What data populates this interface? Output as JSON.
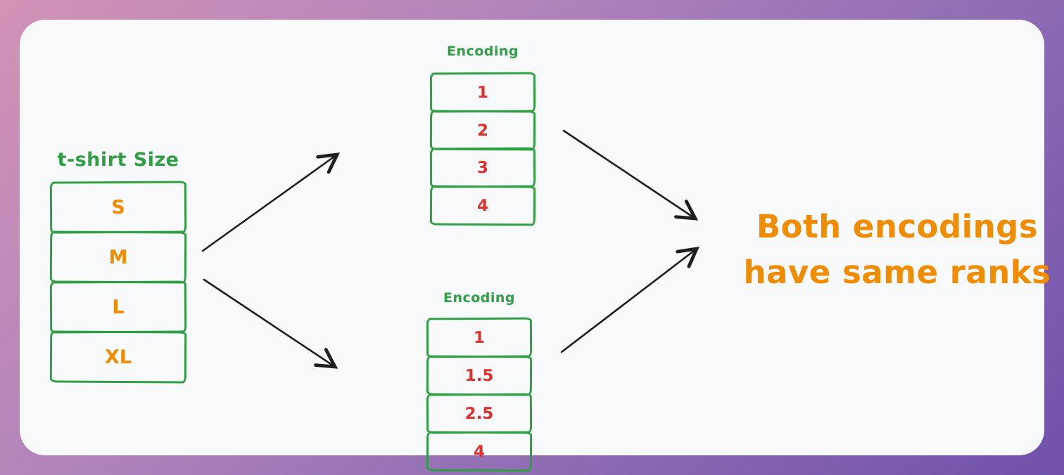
{
  "diagram": {
    "tshirt_table": {
      "title": "t-shirt Size",
      "rows": [
        "S",
        "M",
        "L",
        "XL"
      ]
    },
    "encoding_top": {
      "title": "Encoding",
      "rows": [
        "1",
        "2",
        "3",
        "4"
      ]
    },
    "encoding_bottom": {
      "title": "Encoding",
      "rows": [
        "1",
        "1.5",
        "2.5",
        "4"
      ]
    },
    "annotation": {
      "line1": "Both encodings",
      "line2": "have same ranks"
    },
    "colors": {
      "table_border_green": "#2f9e44",
      "title_green": "#2f9e44",
      "size_label_orange": "#f08c00",
      "encoding_value_red": "#e03131",
      "annotation_orange": "#f08c00",
      "arrow_black": "#1e1e1e",
      "card_background": "#f8f9fb",
      "backdrop_gradient_start": "#d292b5",
      "backdrop_gradient_end": "#6f52aa"
    }
  }
}
